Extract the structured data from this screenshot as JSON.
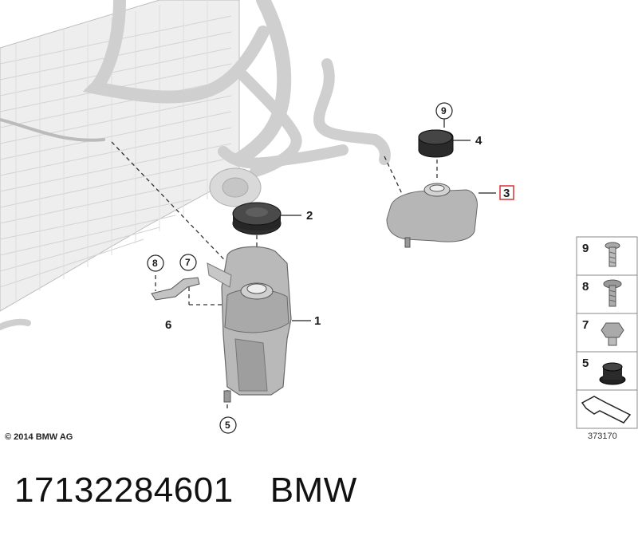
{
  "diagram": {
    "callouts": {
      "c1": "1",
      "c2": "2",
      "c3": "3",
      "c4": "4",
      "c6": "6"
    },
    "circled": {
      "c5": "5",
      "c7": "7",
      "c8": "8",
      "c9": "9"
    },
    "sidebar": {
      "items": [
        "9",
        "8",
        "7",
        "5"
      ]
    },
    "highlight_color": "#d93030"
  },
  "footer": {
    "copyright": "© 2014 BMW AG",
    "diagram_id": "373170",
    "part_number": "17132284601",
    "brand": "BMW"
  }
}
